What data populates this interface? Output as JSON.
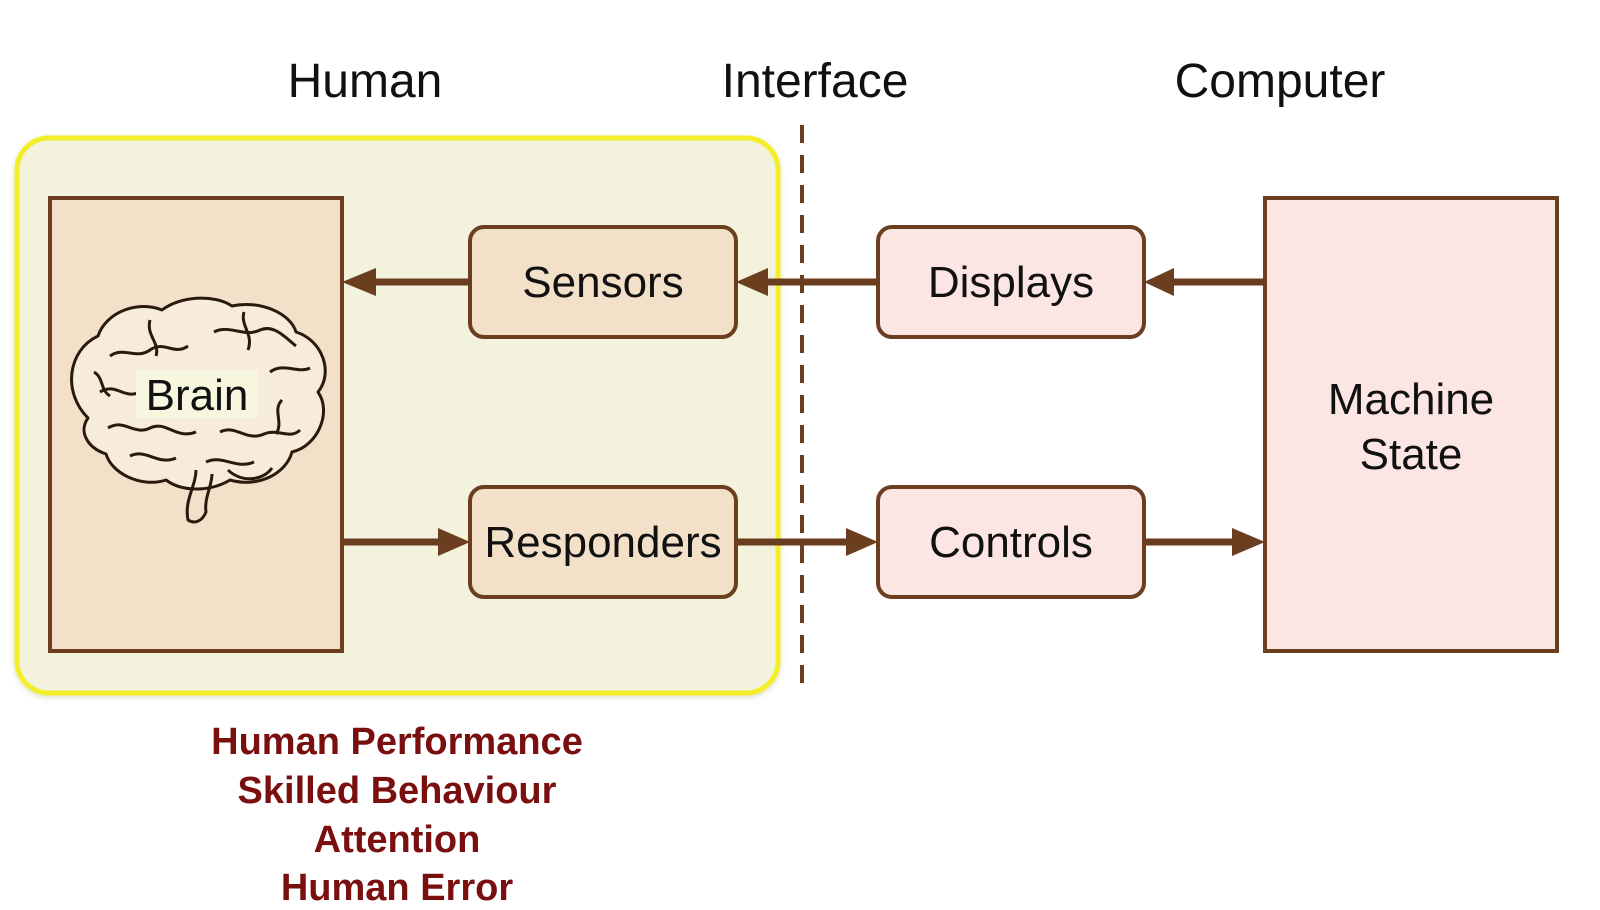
{
  "columns": {
    "human": "Human",
    "interface": "Interface",
    "computer": "Computer"
  },
  "nodes": {
    "brain": "Brain",
    "sensors": "Sensors",
    "responders": "Responders",
    "displays": "Displays",
    "controls": "Controls",
    "machine_state_line1": "Machine",
    "machine_state_line2": "State"
  },
  "topics": [
    "Human Performance",
    "Skilled Behaviour",
    "Attention",
    "Human Error"
  ],
  "colors": {
    "arrow": "#6b3e1f",
    "box_border": "#6b3e1f",
    "human_fill": "#f3e0c8",
    "computer_fill": "#fbe6e4",
    "highlight_border": "#f2ee2a",
    "highlight_fill": "#f2f2dd",
    "topic_text": "#7a0f0f"
  },
  "icons": {
    "brain": "brain-icon"
  }
}
